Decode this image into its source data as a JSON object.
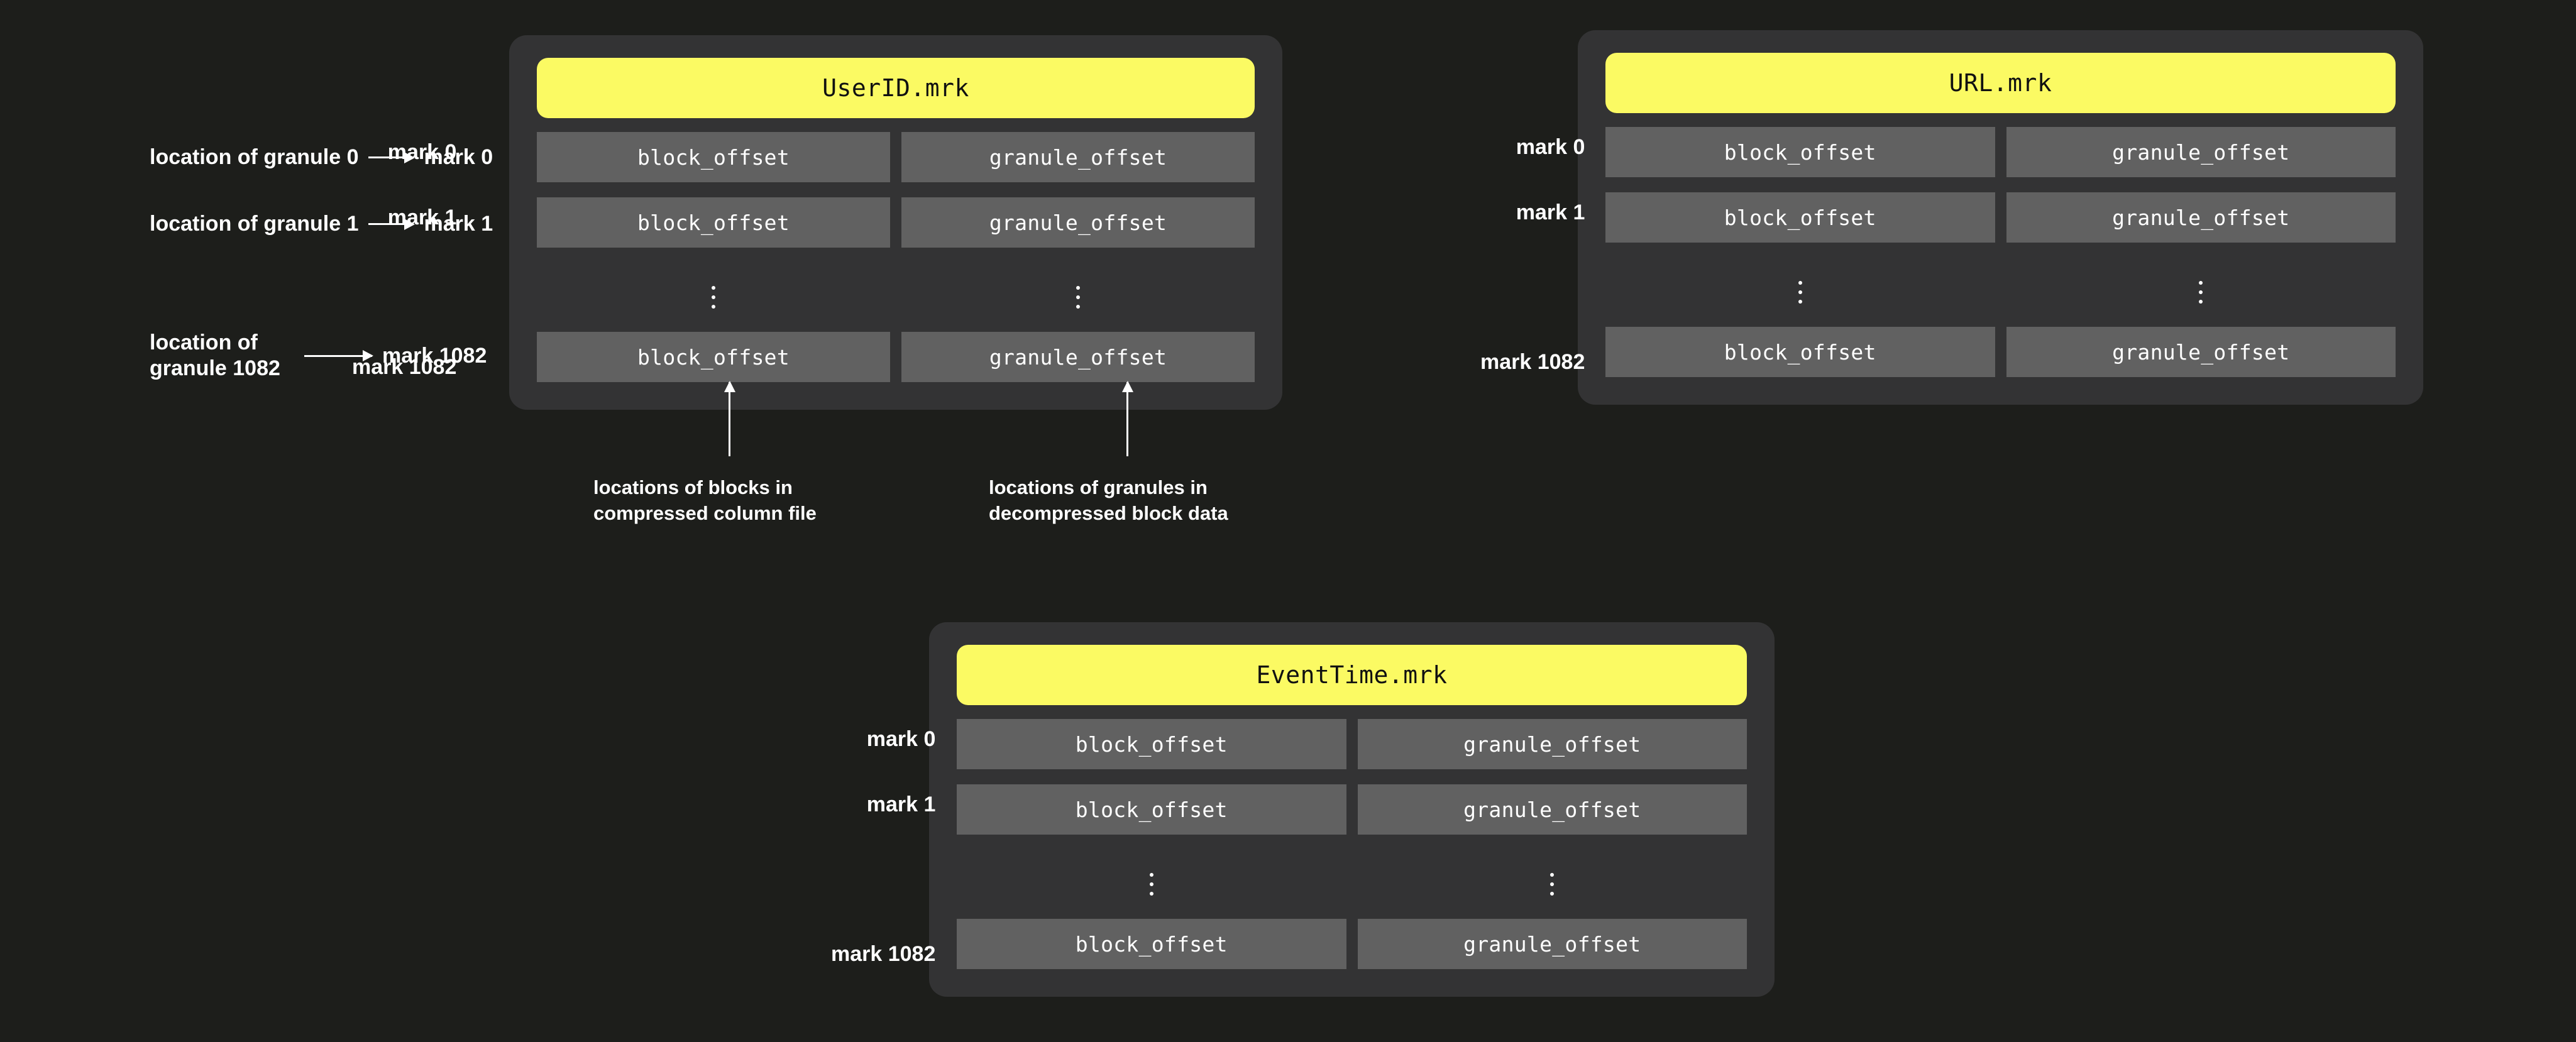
{
  "background_color": "#1d1e1b",
  "card_color": "#333334",
  "title_color": "#fbfa63",
  "cell_color": "#616161",
  "text_color": "#ffffff",
  "column_labels": {
    "block_offset": "block_offset",
    "granule_offset": "granule_offset"
  },
  "cards": [
    {
      "id": "userid",
      "title": "UserID.mrk",
      "mark_labels": [
        "mark 0",
        "mark 1",
        "mark 1082"
      ],
      "rows": [
        {
          "block_offset": "block_offset",
          "granule_offset": "granule_offset"
        },
        {
          "block_offset": "block_offset",
          "granule_offset": "granule_offset"
        },
        {
          "block_offset": "block_offset",
          "granule_offset": "granule_offset"
        }
      ]
    },
    {
      "id": "url",
      "title": "URL.mrk",
      "mark_labels": [
        "mark 0",
        "mark 1",
        "mark 1082"
      ],
      "rows": [
        {
          "block_offset": "block_offset",
          "granule_offset": "granule_offset"
        },
        {
          "block_offset": "block_offset",
          "granule_offset": "granule_offset"
        },
        {
          "block_offset": "block_offset",
          "granule_offset": "granule_offset"
        }
      ]
    },
    {
      "id": "eventtime",
      "title": "EventTime.mrk",
      "mark_labels": [
        "mark 0",
        "mark 1",
        "mark 1082"
      ],
      "rows": [
        {
          "block_offset": "block_offset",
          "granule_offset": "granule_offset"
        },
        {
          "block_offset": "block_offset",
          "granule_offset": "granule_offset"
        },
        {
          "block_offset": "block_offset",
          "granule_offset": "granule_offset"
        }
      ]
    }
  ],
  "granule_annotations": [
    {
      "source": "location of granule 0",
      "target": "mark 0"
    },
    {
      "source": "location of granule 1",
      "target": "mark 1"
    },
    {
      "source": "location of\ngranule 1082",
      "target": "mark 1082"
    }
  ],
  "callouts": [
    {
      "id": "block",
      "text": "locations of blocks in\ncompressed column file"
    },
    {
      "id": "granule",
      "text": "locations of granules in\ndecompressed block data"
    }
  ]
}
